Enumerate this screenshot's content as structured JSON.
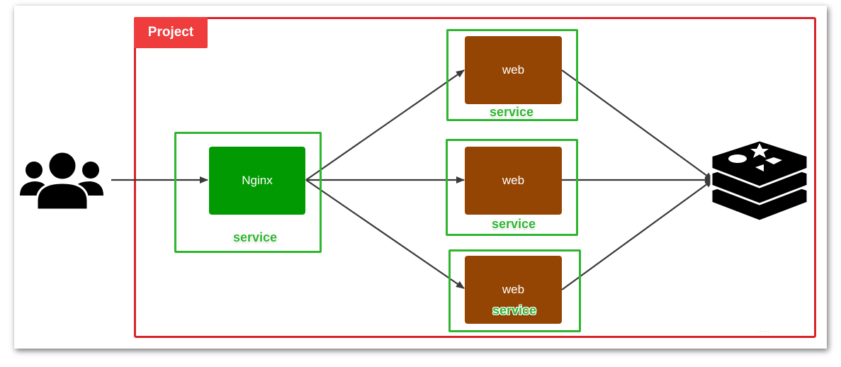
{
  "project": {
    "label": "Project"
  },
  "nginx": {
    "label": "Nginx",
    "service_label": "service"
  },
  "web_nodes": [
    {
      "label": "web",
      "service_label": "service"
    },
    {
      "label": "web",
      "service_label": "service"
    },
    {
      "label": "web",
      "service_label": "service"
    }
  ],
  "icons": {
    "users": "users-icon",
    "database": "redis-stack-icon"
  },
  "colors": {
    "project_border": "#d9232a",
    "project_tab": "#ef3d3d",
    "service_border": "#2fb52f",
    "nginx_fill": "#029a02",
    "web_fill": "#944503",
    "arrow": "#3a3a3a"
  }
}
